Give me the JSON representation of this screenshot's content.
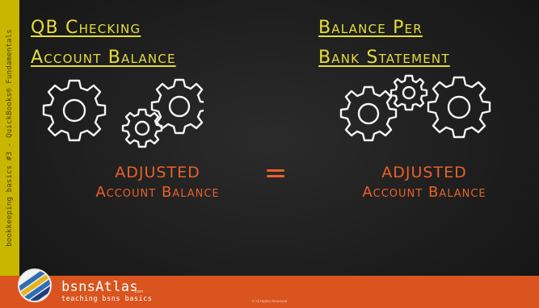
{
  "side_label": "bookkeeping basics #3 - QuickBooks® Fundamentals",
  "left": {
    "heading_line1": "QB Checking",
    "heading_line2": "Account Balance",
    "adjusted_line1": "ADJUSTED",
    "adjusted_line2": "Account Balance"
  },
  "right": {
    "heading_line1": "Balance Per",
    "heading_line2": "Bank Statement",
    "adjusted_line1": "ADJUSTED",
    "adjusted_line2": "Account Balance"
  },
  "equals_sign": "=",
  "footer": {
    "brand": "bsnsAtlas",
    "brand_suffix": ".com",
    "tagline": "teaching bsns basics",
    "copyright": "© All Rights Reserved"
  },
  "colors": {
    "heading": "#e6dc3c",
    "adjusted_text": "#e8622a",
    "footer": "#d9541e",
    "side_stripe": "#c9b600",
    "background": "#1e1e1e"
  },
  "icons": [
    "gears-icon-left",
    "gears-icon-right",
    "globe-logo-icon"
  ]
}
